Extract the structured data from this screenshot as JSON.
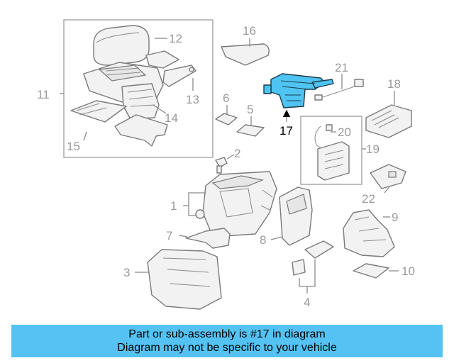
{
  "banner": {
    "line1": "Part or sub-assembly is #17 in diagram",
    "line2": "Diagram may not be specific to your vehicle",
    "background": "#55c2f4"
  },
  "highlight_color": "#4fc4f2",
  "highlighted_part": "17",
  "callouts": {
    "c1": "1",
    "c2": "2",
    "c3": "3",
    "c4": "4",
    "c5": "5",
    "c6": "6",
    "c7": "7",
    "c8": "8",
    "c9": "9",
    "c10": "10",
    "c11": "11",
    "c12": "12",
    "c13": "13",
    "c14": "14",
    "c15": "15",
    "c16": "16",
    "c17": "17",
    "c18": "18",
    "c19": "19",
    "c20": "20",
    "c21": "21",
    "c22": "22"
  }
}
